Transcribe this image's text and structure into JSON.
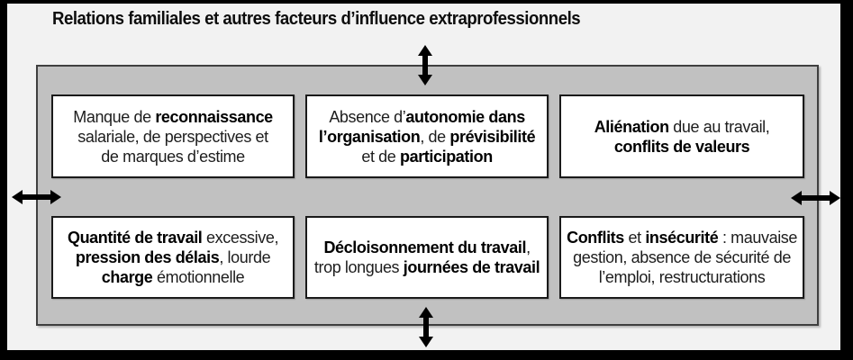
{
  "title": "Relations familiales et autres facteurs d’influence extraprofessionnels",
  "colors": {
    "frame": "#000000",
    "background": "#f2f2f2",
    "panel_fill": "#c1c1c1",
    "panel_border": "#3f3f3f",
    "box_fill": "#ffffff",
    "box_border": "#1a1a1a",
    "text": "#1d1d1d",
    "arrow": "#000000"
  },
  "icons": {
    "top": "double-headed-arrow-vertical",
    "bottom": "double-headed-arrow-vertical",
    "left": "double-headed-arrow-horizontal",
    "right": "double-headed-arrow-horizontal"
  },
  "boxes": [
    {
      "id": "manque-de-reconnaissance",
      "lines": [
        [
          {
            "text": "Manque de ",
            "bold": false
          },
          {
            "text": "reconnaissance",
            "bold": true
          }
        ],
        [
          {
            "text": "salariale, de perspectives et",
            "bold": false
          }
        ],
        [
          {
            "text": "de marques d’estime",
            "bold": false
          }
        ]
      ]
    },
    {
      "id": "absence-autonomie",
      "lines": [
        [
          {
            "text": "Absence d’",
            "bold": false
          },
          {
            "text": "autonomie dans",
            "bold": true
          }
        ],
        [
          {
            "text": "l’organisation",
            "bold": true
          },
          {
            "text": ", de ",
            "bold": false
          },
          {
            "text": "prévisibilité",
            "bold": true
          }
        ],
        [
          {
            "text": "et de ",
            "bold": false
          },
          {
            "text": "participation",
            "bold": true
          }
        ]
      ]
    },
    {
      "id": "alienation",
      "lines": [
        [
          {
            "text": "Aliénation",
            "bold": true
          },
          {
            "text": " due au travail,",
            "bold": false
          }
        ],
        [
          {
            "text": "conflits de valeurs",
            "bold": true
          }
        ]
      ]
    },
    {
      "id": "quantite-de-travail",
      "lines": [
        [
          {
            "text": "Quantité de travail",
            "bold": true
          },
          {
            "text": " excessive,",
            "bold": false
          }
        ],
        [
          {
            "text": "pression des délais",
            "bold": true
          },
          {
            "text": ", lourde",
            "bold": false
          }
        ],
        [
          {
            "text": "charge",
            "bold": true
          },
          {
            "text": " émotionnelle",
            "bold": false
          }
        ]
      ]
    },
    {
      "id": "decloisonnement",
      "lines": [
        [
          {
            "text": "Décloisonnement du travail",
            "bold": true
          },
          {
            "text": ",",
            "bold": false
          }
        ],
        [
          {
            "text": "trop longues ",
            "bold": false
          },
          {
            "text": "journées de travail",
            "bold": true
          }
        ]
      ]
    },
    {
      "id": "conflits-insecurite",
      "lines": [
        [
          {
            "text": "Conflits",
            "bold": true
          },
          {
            "text": " et ",
            "bold": false
          },
          {
            "text": "insécurité",
            "bold": true
          },
          {
            "text": " : mauvaise",
            "bold": false
          }
        ],
        [
          {
            "text": "gestion, absence de sécurité de",
            "bold": false
          }
        ],
        [
          {
            "text": "l’emploi, restructurations",
            "bold": false
          }
        ]
      ]
    }
  ]
}
